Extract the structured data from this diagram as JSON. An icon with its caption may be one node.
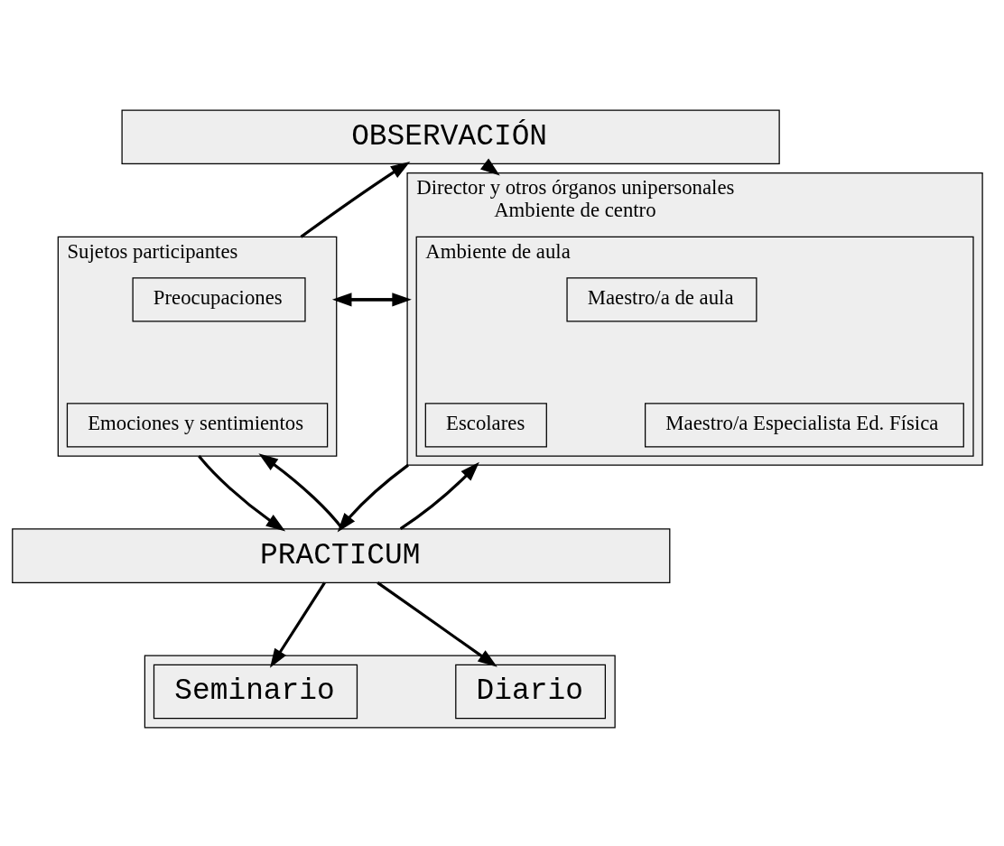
{
  "diagram": {
    "nodes": [
      {
        "text": [
          "OBSERVACIÓN"
        ]
      },
      {
        "text": [
          "Sujetos participantes"
        ]
      },
      {
        "text": [
          "Preocupaciones"
        ],
        "in": 1
      },
      {
        "text": [
          "Emociones y sentimientos"
        ],
        "in": 1
      },
      {
        "text": [
          "Director y otros órganos unipersonales",
          "Ambiente de centro"
        ]
      },
      {
        "text": [
          "Ambiente de aula"
        ],
        "in": 4
      },
      {
        "text": [
          "Maestro/a de aula"
        ],
        "in": 5
      },
      {
        "text": [
          "Maestro/a Especialista Ed. Física"
        ],
        "in": 5
      },
      {
        "text": [
          "Escolares"
        ],
        "in": 5
      },
      {
        "text": [
          "PRACTICUM"
        ]
      },
      {
        "text": [],
        "shape": "bar"
      },
      {
        "text": [
          "Diario"
        ],
        "in": 10
      },
      {
        "text": [
          "Seminario"
        ],
        "in": 10
      }
    ],
    "edges": [
      {
        "from": 1,
        "to": 0,
        "arrow": "to"
      },
      {
        "from": 0,
        "to": 4,
        "arrow": "to"
      },
      {
        "from": 1,
        "to": 4,
        "arrow": "to"
      },
      {
        "from": 4,
        "to": 1,
        "arrow": "to"
      },
      {
        "from": 1,
        "to": 9,
        "arrow": "to"
      },
      {
        "from": 9,
        "to": 1,
        "arrow": "to"
      },
      {
        "from": 4,
        "to": 9,
        "arrow": "to"
      },
      {
        "from": 9,
        "to": 4,
        "arrow": "to"
      },
      {
        "from": 9,
        "to": 11,
        "arrow": "to"
      },
      {
        "from": 9,
        "to": 12,
        "arrow": "to"
      }
    ]
  }
}
